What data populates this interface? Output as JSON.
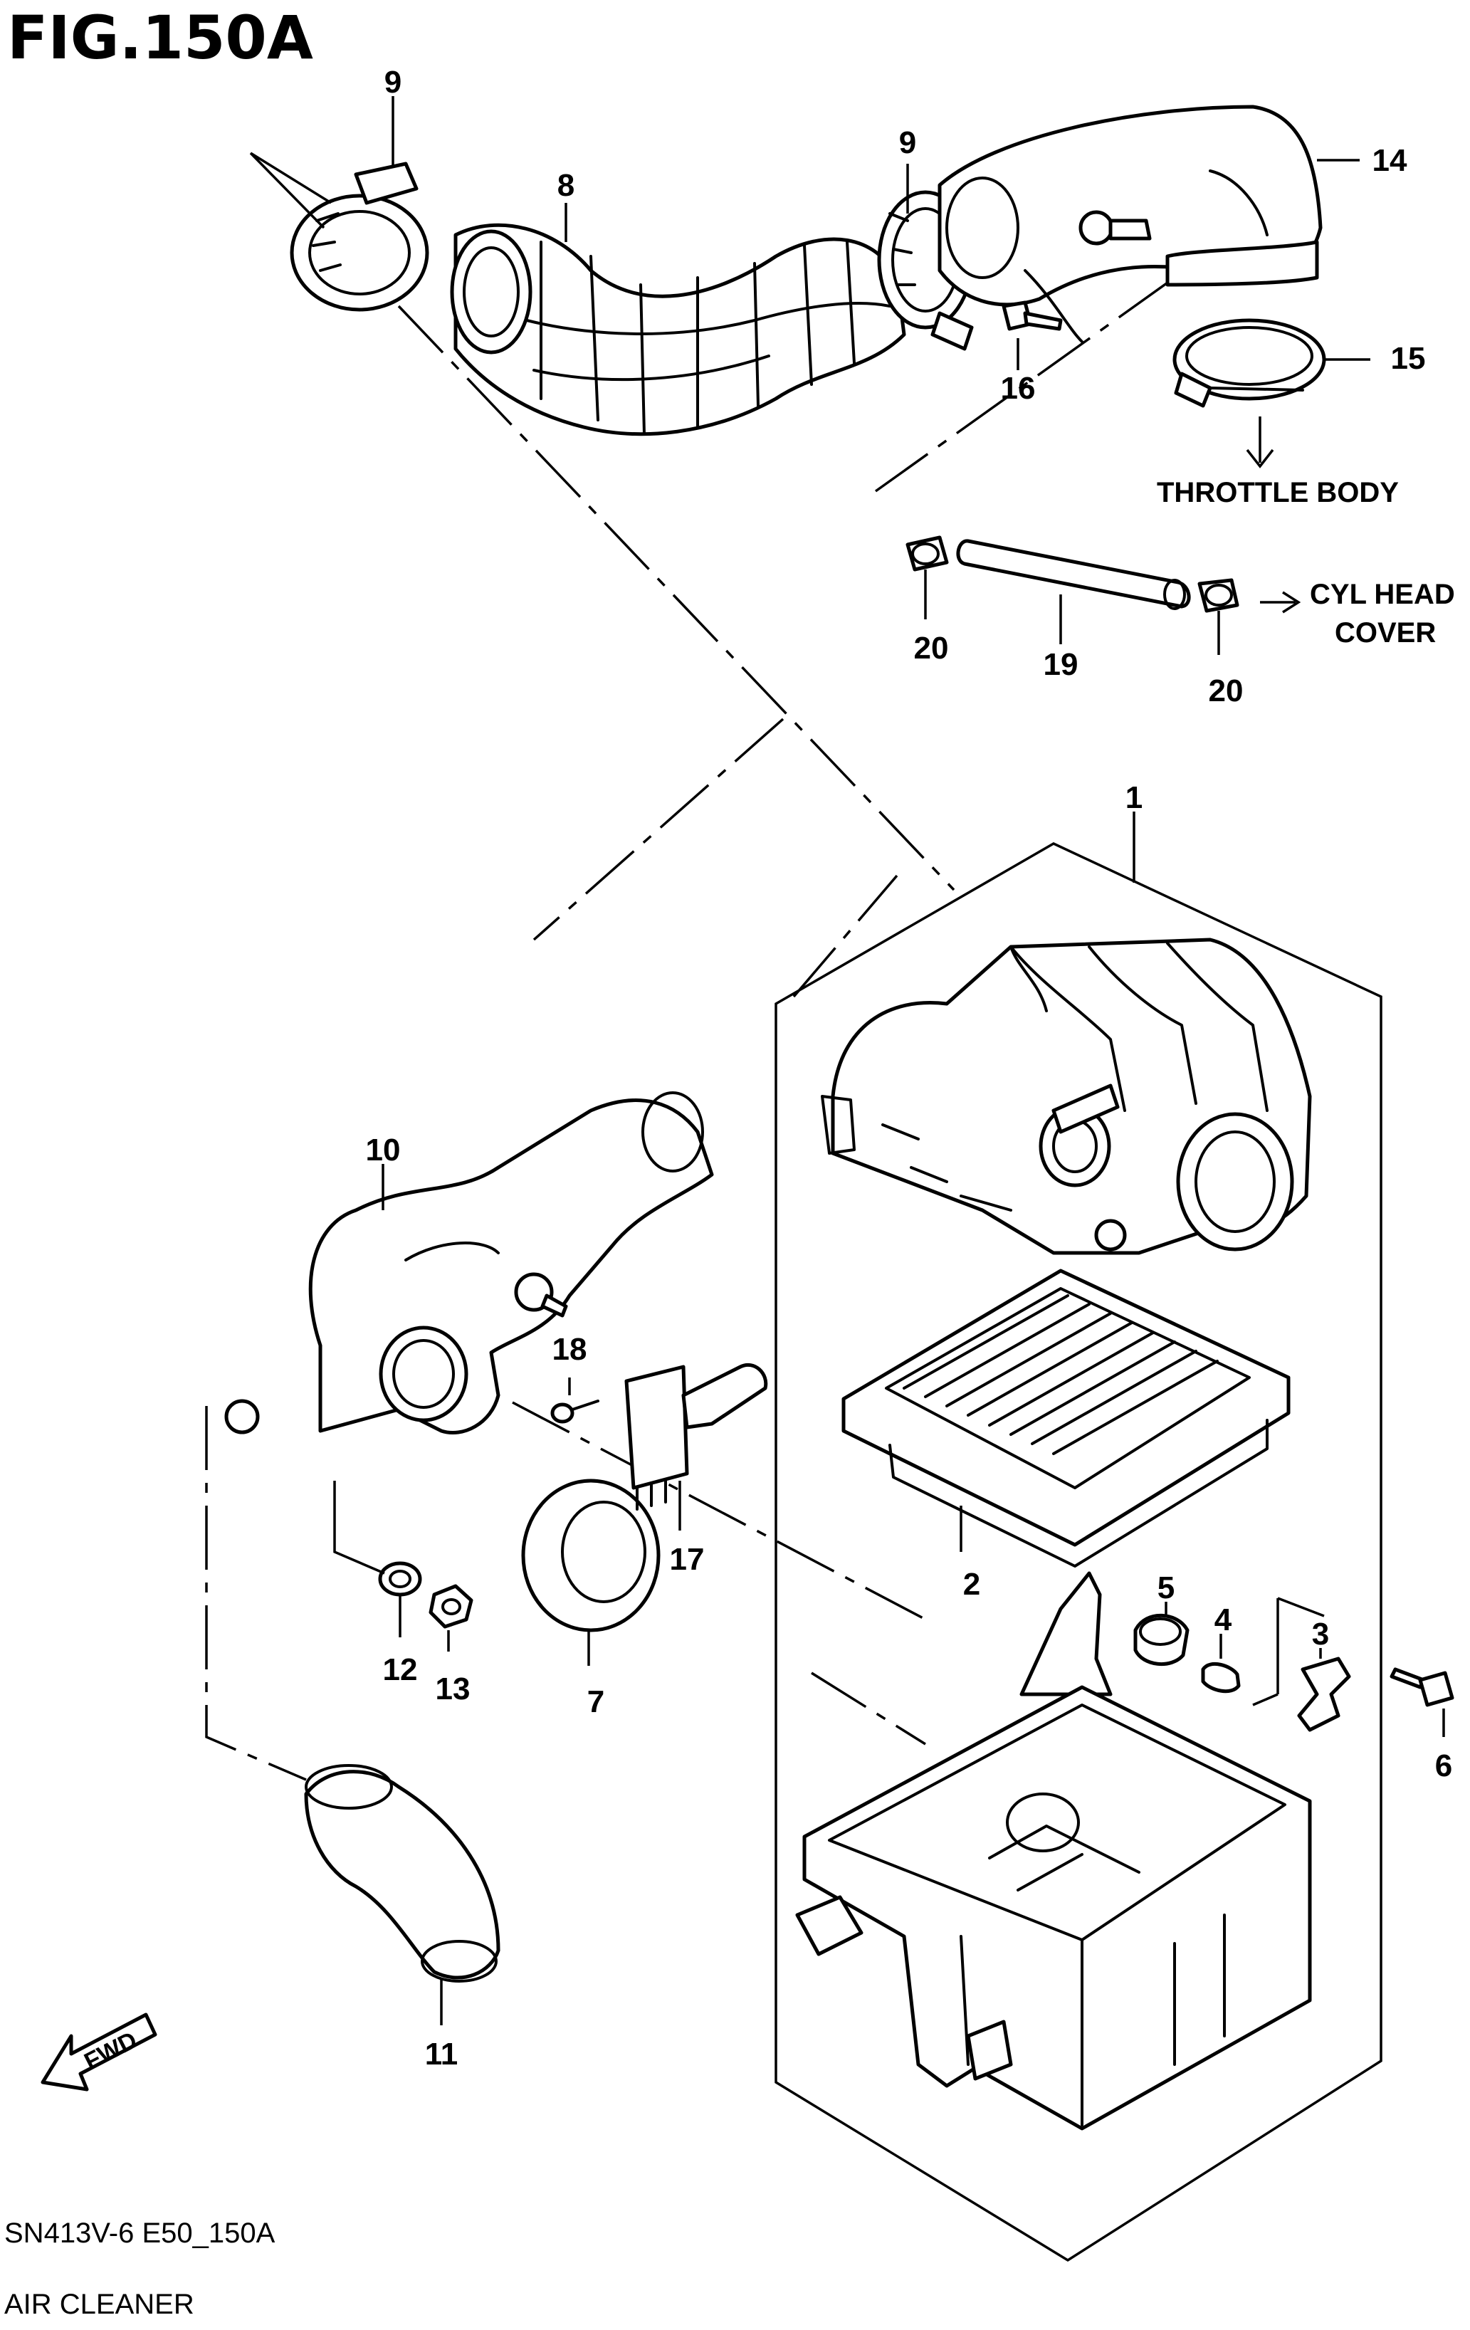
{
  "figure": {
    "title": "FIG.150A",
    "model_code": "SN413V-6 E50_150A",
    "section_name": "AIR CLEANER"
  },
  "callouts": {
    "c1": "1",
    "c2": "2",
    "c3": "3",
    "c4": "4",
    "c5": "5",
    "c6": "6",
    "c7": "7",
    "c8": "8",
    "c9a": "9",
    "c9b": "9",
    "c10": "10",
    "c11": "11",
    "c12": "12",
    "c13": "13",
    "c14": "14",
    "c15": "15",
    "c16": "16",
    "c17": "17",
    "c18": "18",
    "c19": "19",
    "c20a": "20",
    "c20b": "20"
  },
  "destinations": {
    "throttle_body": "THROTTLE BODY",
    "cyl_head_line1": "CYL HEAD",
    "cyl_head_line2": "COVER"
  },
  "direction_marker": {
    "label": "FWD",
    "icon": "fwd-arrow-icon"
  }
}
